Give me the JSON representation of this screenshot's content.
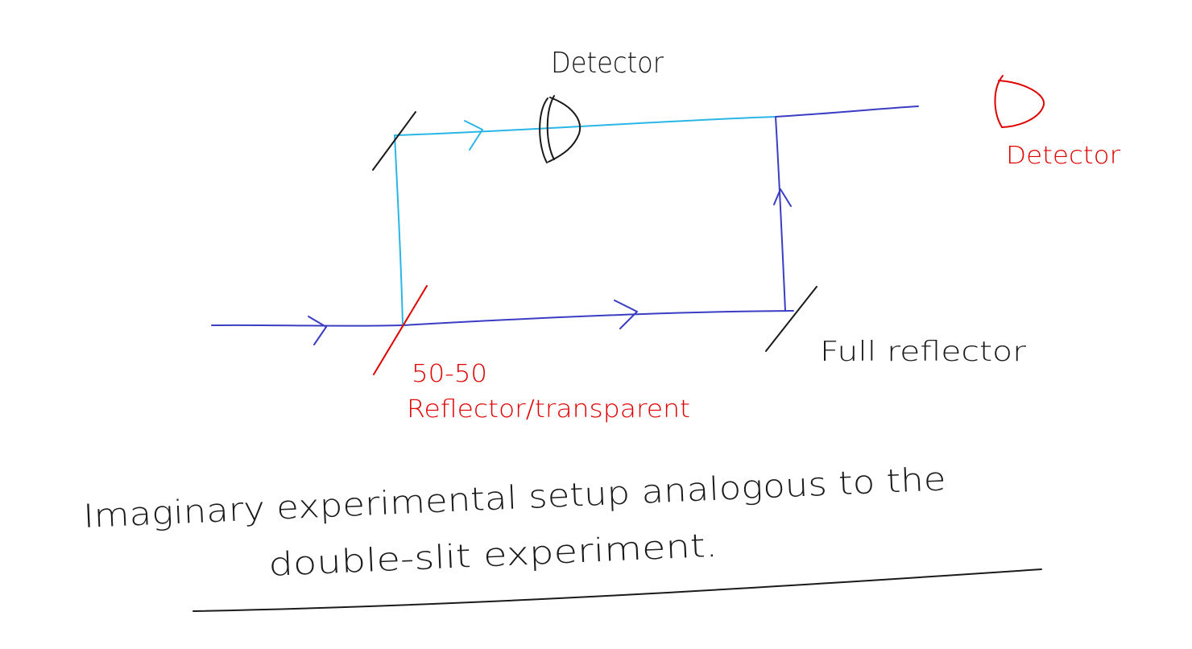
{
  "labels": {
    "detector_top": "Detector",
    "detector_right": "Detector",
    "full_reflector": "Full reflector",
    "beam_splitter_line1": "50-50",
    "beam_splitter_line2": "Reflector/transparent",
    "caption_line1": "Imaginary experimental setup analogous to the",
    "caption_line2": "double-slit experiment."
  },
  "colors": {
    "ink": "#1a1a1a",
    "annotation_red": "#e00000",
    "beam_dark": "#3a3dc4",
    "beam_light": "#29b6e6"
  }
}
